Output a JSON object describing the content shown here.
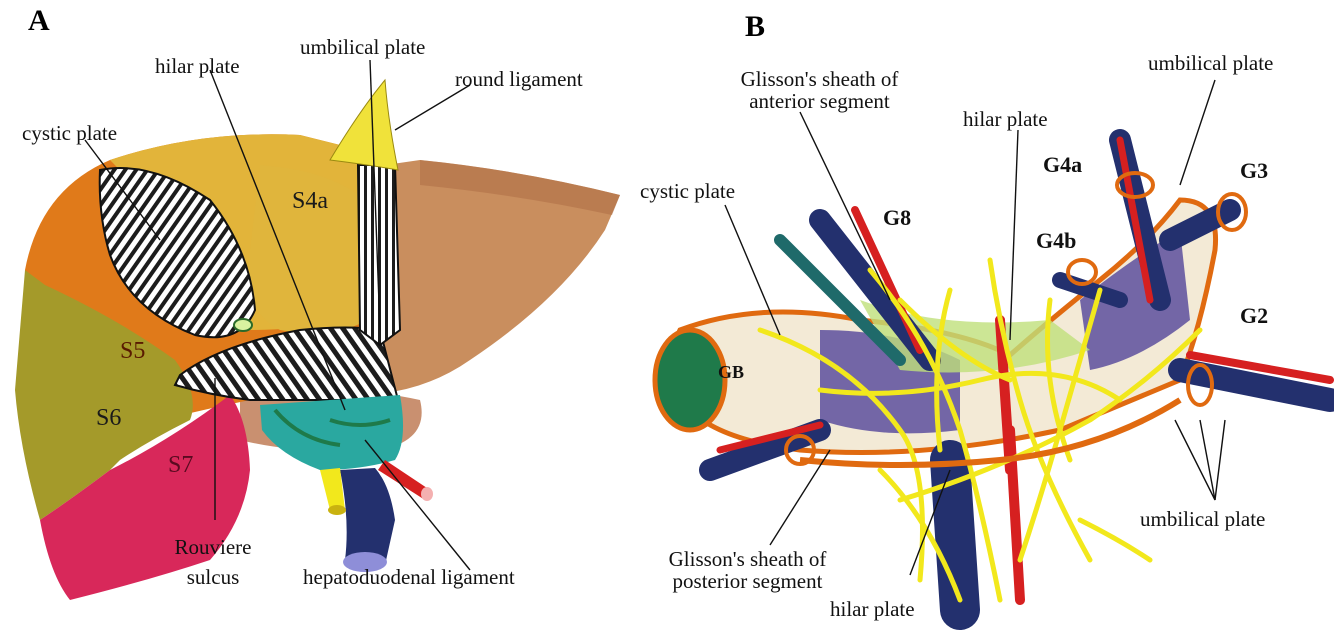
{
  "panelA": {
    "panel_label": "A",
    "labels": {
      "hilar_plate": "hilar plate",
      "umbilical_plate": "umbilical plate",
      "round_ligament": "round ligament",
      "cystic_plate": "cystic plate",
      "rouviere_line1": "Rouviere",
      "rouviere_line2": "sulcus",
      "hepatoduodenal": "hepatoduodenal ligament"
    },
    "segments": {
      "s4a": "S4a",
      "s5": "S5",
      "s6": "S6",
      "s7": "S7"
    }
  },
  "panelB": {
    "panel_label": "B",
    "labels": {
      "glisson_ant_line1": "Glisson's sheath of",
      "glisson_ant_line2": "anterior segment",
      "umbilical_plate_top": "umbilical plate",
      "hilar_plate_top": "hilar plate",
      "cystic_plate": "cystic plate",
      "umbilical_plate_right": "umbilical plate",
      "glisson_post_line1": "Glisson's sheath of",
      "glisson_post_line2": "posterior segment",
      "hilar_plate_bottom": "hilar plate"
    },
    "branches": {
      "g8": "G8",
      "g4a": "G4a",
      "g4b": "G4b",
      "g3": "G3",
      "g2": "G2",
      "gb": "GB"
    }
  },
  "colors": {
    "liver_right": "#e07a1a",
    "liver_s4": "#e2b43a",
    "liver_left": "#c98e5e",
    "segment_s6": "#a49a2a",
    "segment_s7": "#d8285a",
    "duct_teal": "#2aa8a0",
    "portal_blue": "#23306e",
    "artery_red": "#d62020",
    "bile_green": "#1f7a4a",
    "nerve_yellow": "#f2e81c",
    "plate_cream": "#f3ead6",
    "sheath_orange": "#e06a10",
    "sheath_purple": "#5c4f9e"
  }
}
